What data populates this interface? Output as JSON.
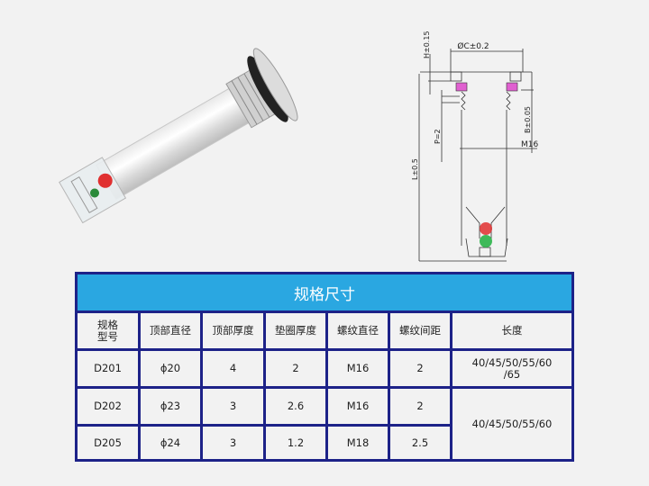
{
  "product_image": {
    "alt": "transparent oil level indicator plug with red and green balls"
  },
  "drawing": {
    "labels": {
      "h": "H±0.15",
      "c": "ØC±0.2",
      "b": "B±0.05",
      "p": "P=2",
      "m": "M16",
      "l": "L±0.5"
    },
    "colors": {
      "seal": "#e060d0",
      "red_ball": "#e03030",
      "green_ball": "#20b040"
    }
  },
  "table": {
    "title": "规格尺寸",
    "headers": [
      "规格\n型号",
      "顶部直径",
      "顶部厚度",
      "垫圈厚度",
      "螺纹直径",
      "螺纹间距",
      "长度"
    ],
    "header_model_line1": "规格",
    "header_model_line2": "型号",
    "rows": [
      [
        "D201",
        "ϕ20",
        "4",
        "2",
        "M16",
        "2"
      ],
      [
        "D202",
        "ϕ23",
        "3",
        "2.6",
        "M16",
        "2"
      ],
      [
        "D205",
        "ϕ24",
        "3",
        "1.2",
        "M18",
        "2.5"
      ]
    ],
    "length_d201_line1": "40/45/50/55/60",
    "length_d201_line2": "/65",
    "length_d202_d205": "40/45/50/55/60",
    "colors": {
      "border": "#1d2288",
      "title_bg": "#2aa7e1"
    }
  }
}
